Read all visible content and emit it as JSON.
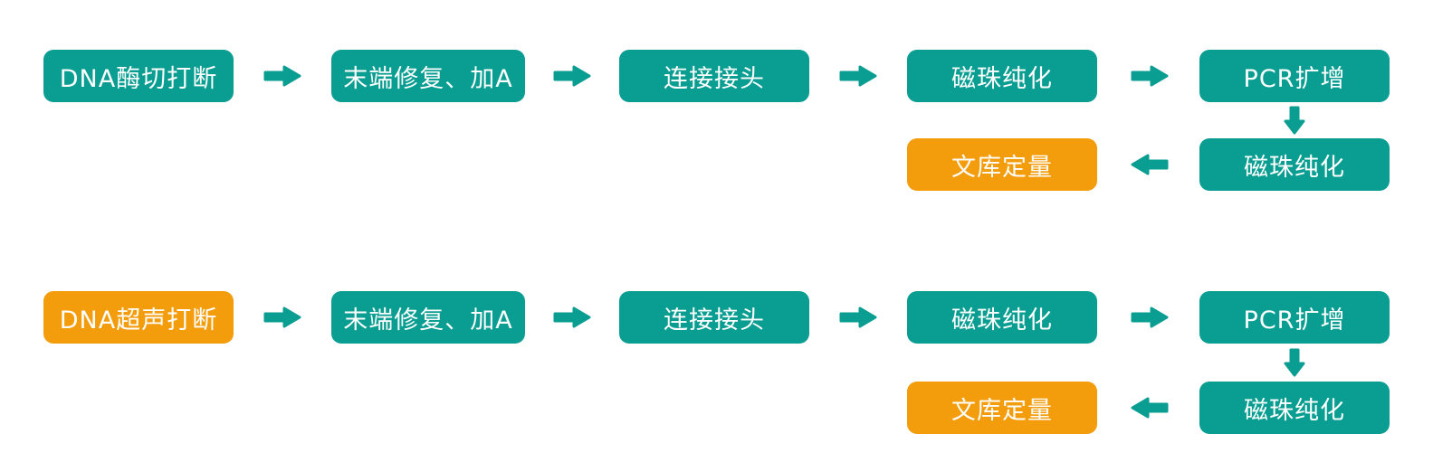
{
  "colors": {
    "teal": "#0A9D92",
    "orange": "#F39C0C",
    "text": "#FFFFFF",
    "background": "#FFFFFF"
  },
  "flows": [
    {
      "name": "enzymatic-fragmentation-workflow",
      "main_steps": [
        {
          "label": "DNA酶切打断",
          "variant": "teal"
        },
        {
          "label": "末端修复、加A",
          "variant": "teal"
        },
        {
          "label": "连接接头",
          "variant": "teal"
        },
        {
          "label": "磁珠纯化",
          "variant": "teal"
        },
        {
          "label": "PCR扩增",
          "variant": "teal"
        }
      ],
      "branch_steps": [
        {
          "label": "磁珠纯化",
          "variant": "teal"
        },
        {
          "label": "文库定量",
          "variant": "orange"
        }
      ]
    },
    {
      "name": "sonication-fragmentation-workflow",
      "main_steps": [
        {
          "label": "DNA超声打断",
          "variant": "orange"
        },
        {
          "label": "末端修复、加A",
          "variant": "teal"
        },
        {
          "label": "连接接头",
          "variant": "teal"
        },
        {
          "label": "磁珠纯化",
          "variant": "teal"
        },
        {
          "label": "PCR扩增",
          "variant": "teal"
        }
      ],
      "branch_steps": [
        {
          "label": "磁珠纯化",
          "variant": "teal"
        },
        {
          "label": "文库定量",
          "variant": "orange"
        }
      ]
    }
  ]
}
